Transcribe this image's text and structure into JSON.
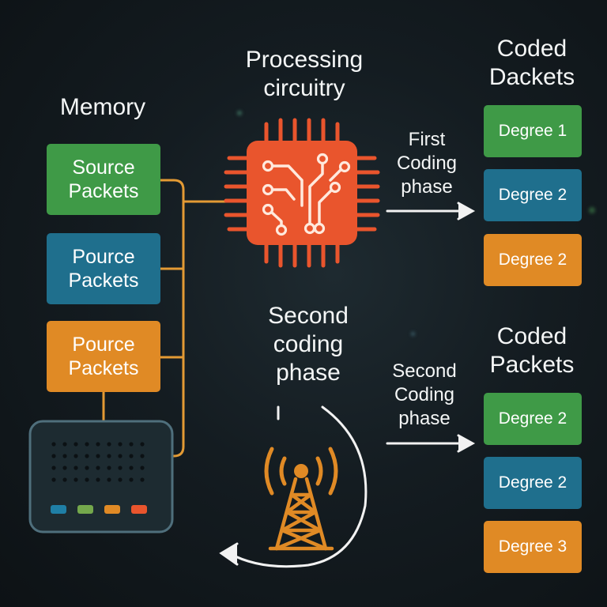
{
  "colors": {
    "green": "#3f9a47",
    "blue": "#1f6f8d",
    "orange": "#e08a25",
    "chip": "#e9552d",
    "line": "#e39a34",
    "device_border": "#4f6f7c"
  },
  "memory": {
    "title": "Memory",
    "packets": [
      {
        "line1": "Source",
        "line2": "Packets",
        "color": "green"
      },
      {
        "line1": "Pource",
        "line2": "Packets",
        "color": "blue"
      },
      {
        "line1": "Pource",
        "line2": "Packets",
        "color": "orange"
      }
    ]
  },
  "processor": {
    "title_line1": "Processing",
    "title_line2": "circuitry",
    "icon": "circuit-chip-icon"
  },
  "second_phase_title": {
    "line1": "Second",
    "line2": "coding",
    "line3": "phase"
  },
  "first_arrow": {
    "line1": "First",
    "line2": "Coding",
    "line3": "phase"
  },
  "second_arrow": {
    "line1": "Second",
    "line2": "Coding",
    "line3": "phase"
  },
  "coded_group_1": {
    "title_line1": "Coded",
    "title_line2": "Dackets",
    "items": [
      {
        "label": "Degree 1",
        "color": "green"
      },
      {
        "label": "Degree 2",
        "color": "blue"
      },
      {
        "label": "Degree 2",
        "color": "orange"
      }
    ]
  },
  "coded_group_2": {
    "title_line1": "Coded",
    "title_line2": "Packets",
    "items": [
      {
        "label": "Degree 2",
        "color": "green"
      },
      {
        "label": "Degree 2",
        "color": "blue"
      },
      {
        "label": "Degree 3",
        "color": "orange"
      }
    ]
  },
  "device": {
    "icon": "router-device-icon",
    "led_colors": [
      "blue",
      "green",
      "orange",
      "chip"
    ]
  },
  "antenna": {
    "icon": "radio-tower-icon"
  }
}
